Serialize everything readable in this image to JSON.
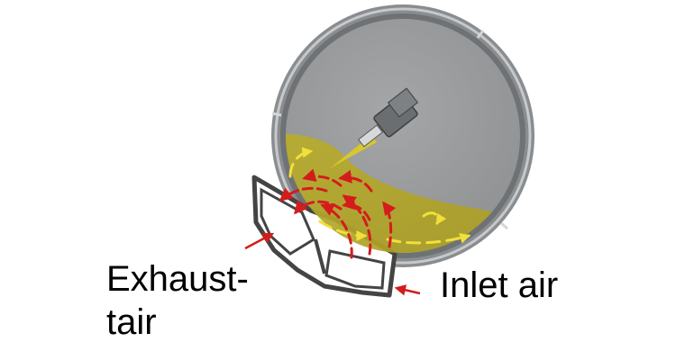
{
  "labels": {
    "exhaust_line1": "Exhaust-",
    "exhaust_line2": "tair",
    "inlet": "Inlet air"
  },
  "colors": {
    "drum_outer": "#8a8d90",
    "drum_inner": "#9a9c9e",
    "drum_rim_light": "#c6c8ca",
    "coating_bed": "#b5a92a",
    "spray": "#d8c829",
    "flow_arrows_red": "#d41c1c",
    "bed_arrows_yellow": "#f1e03a",
    "plenum_frame": "#444444"
  },
  "icons": {
    "spray_gun": "spray-gun-icon"
  }
}
